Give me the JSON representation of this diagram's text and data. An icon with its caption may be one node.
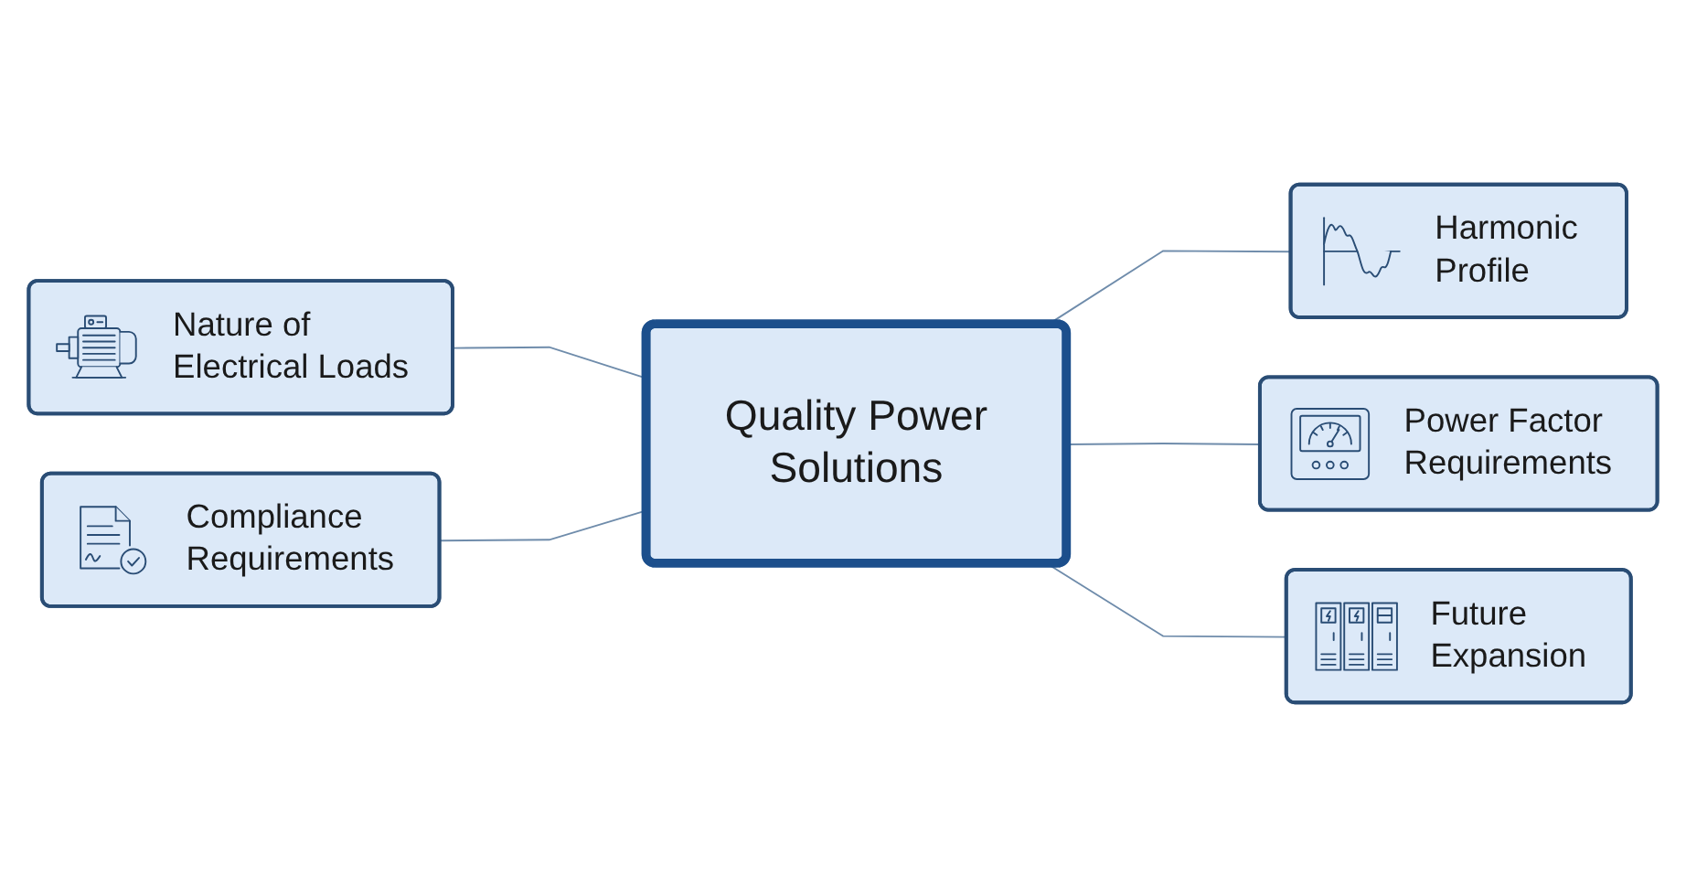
{
  "diagram": {
    "nodes": [
      {
        "text": [
          "Nature of Electrical Loads"
        ]
      },
      {
        "text": [
          "Harmonic Profile"
        ]
      },
      {
        "text": [
          "Quality Power Solutions"
        ]
      },
      {
        "text": [
          "Power Factor Requirements"
        ]
      },
      {
        "text": [
          "Compliance Requirements"
        ]
      },
      {
        "text": [
          "Future Expansion"
        ]
      }
    ],
    "edges": [
      {
        "from": 0,
        "to": 2,
        "arrow": "none"
      },
      {
        "from": 2,
        "to": 1,
        "arrow": "none"
      },
      {
        "from": 2,
        "to": 3,
        "arrow": "none"
      },
      {
        "from": 4,
        "to": 2,
        "arrow": "none"
      },
      {
        "from": 2,
        "to": 5,
        "arrow": "none"
      }
    ]
  }
}
